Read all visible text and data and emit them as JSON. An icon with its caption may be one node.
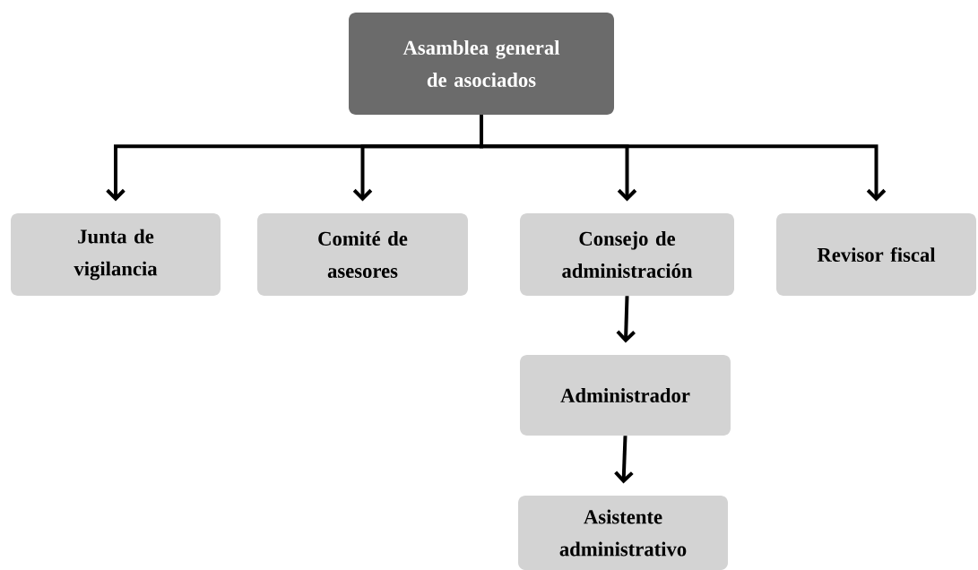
{
  "diagram": {
    "nodes": [
      {
        "text": [
          "Asamblea general de asociados"
        ]
      },
      {
        "text": [
          "Junta de vigilancia"
        ]
      },
      {
        "text": [
          "Comité de asesores"
        ]
      },
      {
        "text": [
          "Consejo de administración"
        ]
      },
      {
        "text": [
          "Revisor fiscal"
        ]
      },
      {
        "text": [
          "Administrador"
        ]
      },
      {
        "text": [
          "Asistente administrativo"
        ]
      }
    ],
    "edges": [
      {
        "from": 0,
        "to": 1,
        "arrow": "to"
      },
      {
        "from": 0,
        "to": 2,
        "arrow": "to"
      },
      {
        "from": 0,
        "to": 3,
        "arrow": "to"
      },
      {
        "from": 0,
        "to": 4,
        "arrow": "to"
      },
      {
        "from": 3,
        "to": 5,
        "arrow": "to"
      },
      {
        "from": 5,
        "to": 6,
        "arrow": "to"
      }
    ]
  }
}
